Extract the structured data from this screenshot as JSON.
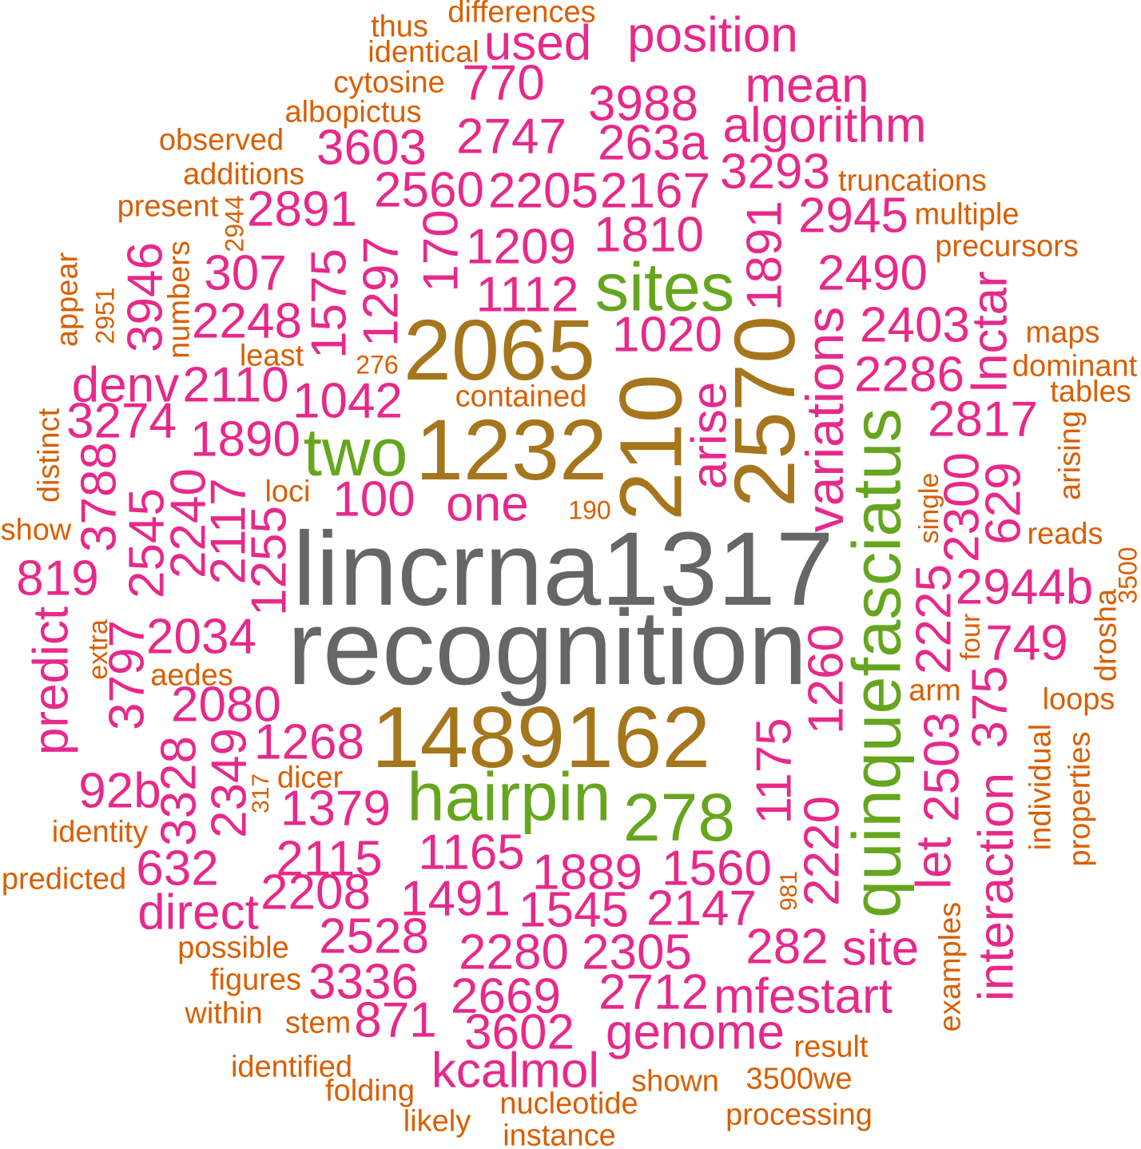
{
  "palette": {
    "top": "#666666",
    "high": "#a6761d",
    "mid": "#66a61e",
    "common": "#e7298a",
    "rare": "#d95f02"
  },
  "words": [
    {
      "t": "lincrna1317",
      "g": "top"
    },
    {
      "t": "recognition",
      "g": "top"
    },
    {
      "t": "2065",
      "g": "high"
    },
    {
      "t": "1232",
      "g": "high"
    },
    {
      "t": "1489162",
      "g": "high"
    },
    {
      "t": "210",
      "g": "high"
    },
    {
      "t": "2570",
      "g": "high"
    },
    {
      "t": "sites",
      "g": "mid"
    },
    {
      "t": "two",
      "g": "mid"
    },
    {
      "t": "hairpin",
      "g": "mid"
    },
    {
      "t": "278",
      "g": "mid"
    },
    {
      "t": "quinquefasciatus",
      "g": "mid"
    },
    {
      "t": "position",
      "g": "common"
    },
    {
      "t": "used",
      "g": "common"
    },
    {
      "t": "mean",
      "g": "common"
    },
    {
      "t": "770",
      "g": "common"
    },
    {
      "t": "3988",
      "g": "common"
    },
    {
      "t": "algorithm",
      "g": "common"
    },
    {
      "t": "3603",
      "g": "common"
    },
    {
      "t": "2747",
      "g": "common"
    },
    {
      "t": "263a",
      "g": "common"
    },
    {
      "t": "3293",
      "g": "common"
    },
    {
      "t": "2560",
      "g": "common"
    },
    {
      "t": "2205",
      "g": "common"
    },
    {
      "t": "2167",
      "g": "common"
    },
    {
      "t": "2891",
      "g": "common"
    },
    {
      "t": "2945",
      "g": "common"
    },
    {
      "t": "1810",
      "g": "common"
    },
    {
      "t": "1209",
      "g": "common"
    },
    {
      "t": "170",
      "g": "common"
    },
    {
      "t": "1891",
      "g": "common"
    },
    {
      "t": "307",
      "g": "common"
    },
    {
      "t": "2490",
      "g": "common"
    },
    {
      "t": "1575",
      "g": "common"
    },
    {
      "t": "1297",
      "g": "common"
    },
    {
      "t": "3946",
      "g": "common"
    },
    {
      "t": "1112",
      "g": "common"
    },
    {
      "t": "lnctar",
      "g": "common"
    },
    {
      "t": "2248",
      "g": "common"
    },
    {
      "t": "2403",
      "g": "common"
    },
    {
      "t": "1020",
      "g": "common"
    },
    {
      "t": "variations",
      "g": "common"
    },
    {
      "t": "arise",
      "g": "common"
    },
    {
      "t": "2286",
      "g": "common"
    },
    {
      "t": "denv",
      "g": "common"
    },
    {
      "t": "2110",
      "g": "common"
    },
    {
      "t": "1042",
      "g": "common"
    },
    {
      "t": "2817",
      "g": "common"
    },
    {
      "t": "3274",
      "g": "common"
    },
    {
      "t": "1890",
      "g": "common"
    },
    {
      "t": "3788",
      "g": "common"
    },
    {
      "t": "2545",
      "g": "common"
    },
    {
      "t": "2240",
      "g": "common"
    },
    {
      "t": "2117",
      "g": "common"
    },
    {
      "t": "1255",
      "g": "common"
    },
    {
      "t": "100",
      "g": "common"
    },
    {
      "t": "one",
      "g": "common"
    },
    {
      "t": "2300",
      "g": "common"
    },
    {
      "t": "629",
      "g": "common"
    },
    {
      "t": "819",
      "g": "common"
    },
    {
      "t": "predict",
      "g": "common"
    },
    {
      "t": "2225",
      "g": "common"
    },
    {
      "t": "2944b",
      "g": "common"
    },
    {
      "t": "3797",
      "g": "common"
    },
    {
      "t": "2034",
      "g": "common"
    },
    {
      "t": "749",
      "g": "common"
    },
    {
      "t": "1260",
      "g": "common"
    },
    {
      "t": "2080",
      "g": "common"
    },
    {
      "t": "375",
      "g": "common"
    },
    {
      "t": "3328",
      "g": "common"
    },
    {
      "t": "2349",
      "g": "common"
    },
    {
      "t": "1268",
      "g": "common"
    },
    {
      "t": "1175",
      "g": "common"
    },
    {
      "t": "2503",
      "g": "common"
    },
    {
      "t": "92b",
      "g": "common"
    },
    {
      "t": "1379",
      "g": "common"
    },
    {
      "t": "interaction",
      "g": "common"
    },
    {
      "t": "let",
      "g": "common"
    },
    {
      "t": "2220",
      "g": "common"
    },
    {
      "t": "632",
      "g": "common"
    },
    {
      "t": "2115",
      "g": "common"
    },
    {
      "t": "1165",
      "g": "common"
    },
    {
      "t": "1889",
      "g": "common"
    },
    {
      "t": "1560",
      "g": "common"
    },
    {
      "t": "direct",
      "g": "common"
    },
    {
      "t": "2208",
      "g": "common"
    },
    {
      "t": "1491",
      "g": "common"
    },
    {
      "t": "1545",
      "g": "common"
    },
    {
      "t": "2147",
      "g": "common"
    },
    {
      "t": "2528",
      "g": "common"
    },
    {
      "t": "282",
      "g": "common"
    },
    {
      "t": "site",
      "g": "common"
    },
    {
      "t": "2280",
      "g": "common"
    },
    {
      "t": "2305",
      "g": "common"
    },
    {
      "t": "3336",
      "g": "common"
    },
    {
      "t": "2669",
      "g": "common"
    },
    {
      "t": "2712",
      "g": "common"
    },
    {
      "t": "mfestart",
      "g": "common"
    },
    {
      "t": "871",
      "g": "common"
    },
    {
      "t": "3602",
      "g": "common"
    },
    {
      "t": "genome",
      "g": "common"
    },
    {
      "t": "kcalmol",
      "g": "common"
    },
    {
      "t": "differences",
      "g": "rare"
    },
    {
      "t": "thus",
      "g": "rare"
    },
    {
      "t": "identical",
      "g": "rare"
    },
    {
      "t": "cytosine",
      "g": "rare"
    },
    {
      "t": "albopictus",
      "g": "rare"
    },
    {
      "t": "observed",
      "g": "rare"
    },
    {
      "t": "additions",
      "g": "rare"
    },
    {
      "t": "present",
      "g": "rare"
    },
    {
      "t": "truncations",
      "g": "rare"
    },
    {
      "t": "multiple",
      "g": "rare"
    },
    {
      "t": "precursors",
      "g": "rare"
    },
    {
      "t": "2944",
      "g": "rare"
    },
    {
      "t": "numbers",
      "g": "rare"
    },
    {
      "t": "appear",
      "g": "rare"
    },
    {
      "t": "2951",
      "g": "rare"
    },
    {
      "t": "least",
      "g": "rare"
    },
    {
      "t": "276",
      "g": "rare"
    },
    {
      "t": "maps",
      "g": "rare"
    },
    {
      "t": "dominant",
      "g": "rare"
    },
    {
      "t": "contained",
      "g": "rare"
    },
    {
      "t": "tables",
      "g": "rare"
    },
    {
      "t": "distinct",
      "g": "rare"
    },
    {
      "t": "arising",
      "g": "rare"
    },
    {
      "t": "loci",
      "g": "rare"
    },
    {
      "t": "190",
      "g": "rare"
    },
    {
      "t": "single",
      "g": "rare"
    },
    {
      "t": "show",
      "g": "rare"
    },
    {
      "t": "reads",
      "g": "rare"
    },
    {
      "t": "3500",
      "g": "rare"
    },
    {
      "t": "drosha",
      "g": "rare"
    },
    {
      "t": "four",
      "g": "rare"
    },
    {
      "t": "extra",
      "g": "rare"
    },
    {
      "t": "aedes",
      "g": "rare"
    },
    {
      "t": "arm",
      "g": "rare"
    },
    {
      "t": "loops",
      "g": "rare"
    },
    {
      "t": "dicer",
      "g": "rare"
    },
    {
      "t": "317",
      "g": "rare"
    },
    {
      "t": "identity",
      "g": "rare"
    },
    {
      "t": "individual",
      "g": "rare"
    },
    {
      "t": "properties",
      "g": "rare"
    },
    {
      "t": "predicted",
      "g": "rare"
    },
    {
      "t": "981",
      "g": "rare"
    },
    {
      "t": "possible",
      "g": "rare"
    },
    {
      "t": "figures",
      "g": "rare"
    },
    {
      "t": "within",
      "g": "rare"
    },
    {
      "t": "stem",
      "g": "rare"
    },
    {
      "t": "examples",
      "g": "rare"
    },
    {
      "t": "result",
      "g": "rare"
    },
    {
      "t": "identified",
      "g": "rare"
    },
    {
      "t": "shown",
      "g": "rare"
    },
    {
      "t": "3500we",
      "g": "rare"
    },
    {
      "t": "folding",
      "g": "rare"
    },
    {
      "t": "nucleotide",
      "g": "rare"
    },
    {
      "t": "likely",
      "g": "rare"
    },
    {
      "t": "processing",
      "g": "rare"
    },
    {
      "t": "instance",
      "g": "rare"
    }
  ]
}
